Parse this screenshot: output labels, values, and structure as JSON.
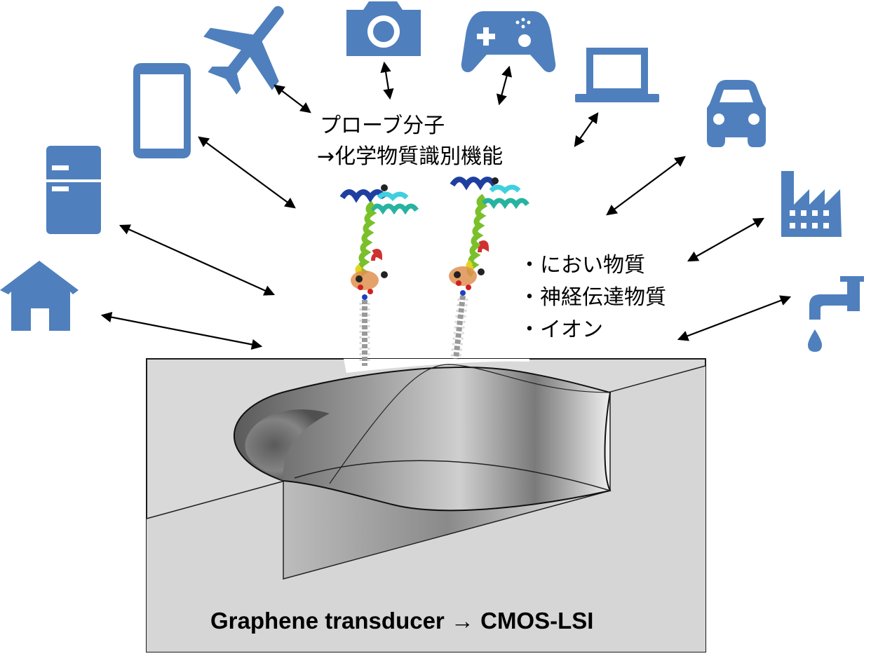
{
  "labels": {
    "probe_title": "プローブ分子",
    "probe_function": "→化学物質識別機能",
    "analytes": [
      "・におい物質",
      "・神経伝達物質",
      "・イオン"
    ],
    "bottom_caption": "Graphene transducer → CMOS-LSI"
  },
  "icons": [
    "airplane-icon",
    "camera-icon",
    "gamepad-icon",
    "laptop-icon",
    "smartphone-icon",
    "car-icon",
    "refrigerator-icon",
    "factory-icon",
    "house-icon",
    "faucet-icon"
  ],
  "colors": {
    "icon": "#4f80bd",
    "arrow": "#000000",
    "device_background": "#d9d9d9",
    "device_border": "#1a1a1a"
  }
}
